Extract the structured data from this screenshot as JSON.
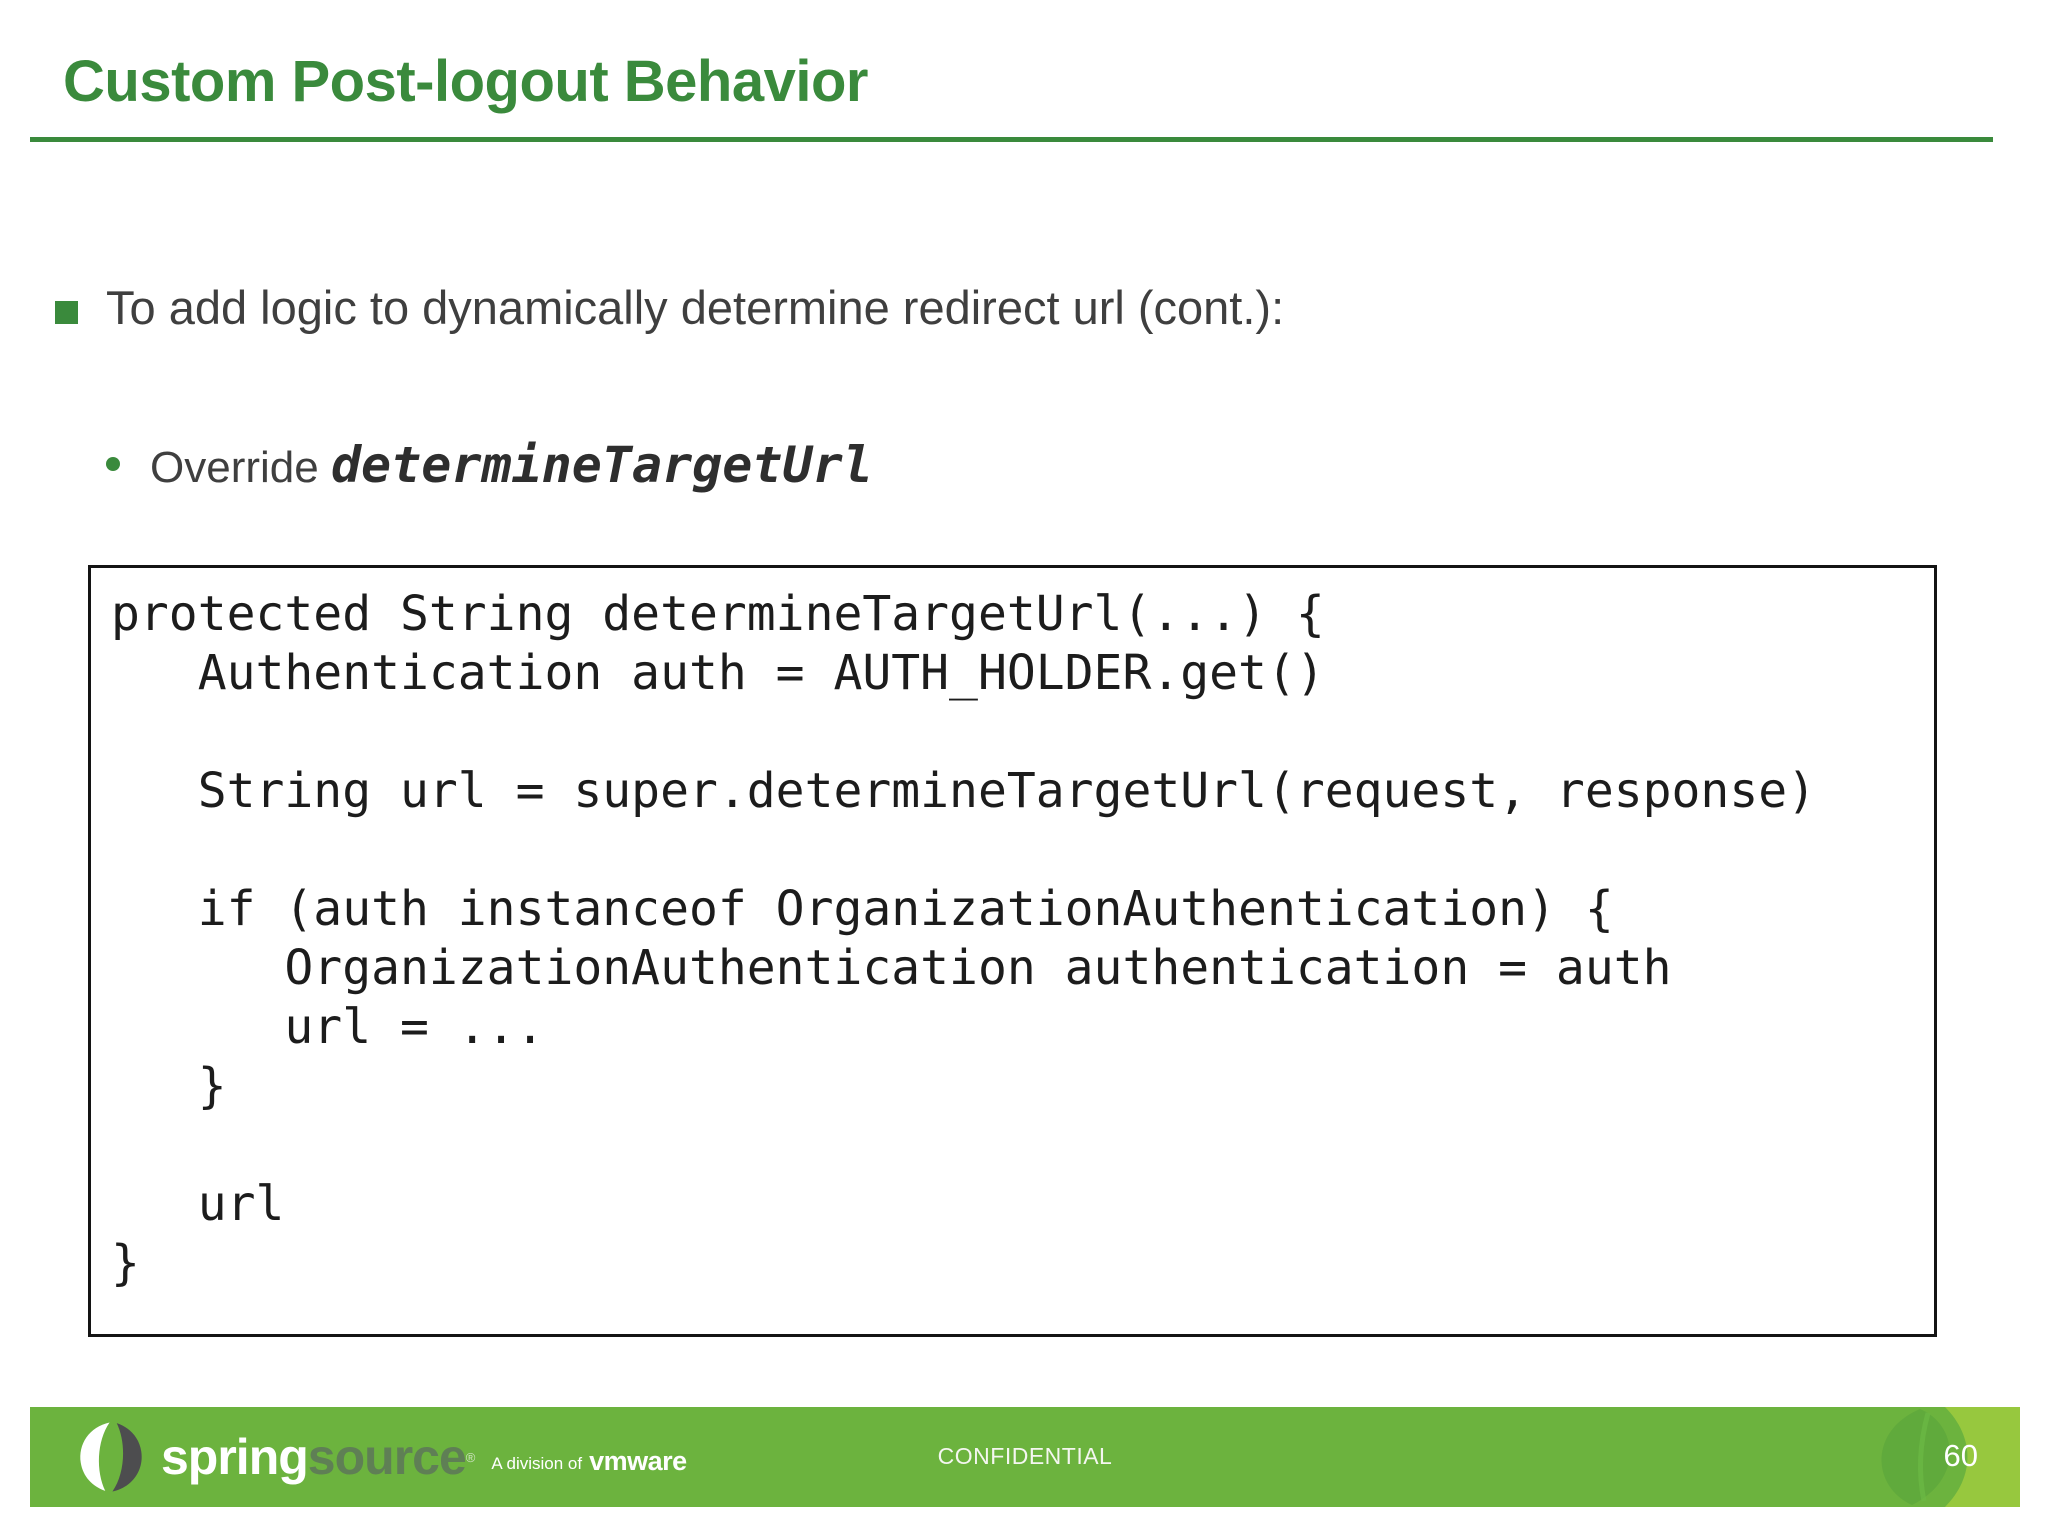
{
  "slide": {
    "title": "Custom Post-logout Behavior",
    "bullets": {
      "main": "To add logic to dynamically determine redirect url (cont.):",
      "sub_prefix": "Override ",
      "sub_code": "determineTargetUrl"
    },
    "code": {
      "lines": [
        "protected String determineTargetUrl(...) {",
        "   Authentication auth = AUTH_HOLDER.get()",
        "",
        "   String url = super.determineTargetUrl(request, response)",
        "",
        "   if (auth instanceof OrganizationAuthentication) {",
        "      OrganizationAuthentication authentication = auth",
        "      url = ...",
        "   }",
        "",
        "   url",
        "}"
      ]
    }
  },
  "footer": {
    "logo": {
      "spring": "spring",
      "source": "source",
      "trademark": "®",
      "division": "A division of",
      "vmware": "vmware"
    },
    "confidential": "CONFIDENTIAL",
    "page_number": "60"
  },
  "colors": {
    "title_green": "#3A8A3C",
    "body_text": "#3F3F3F",
    "code_text": "#1C1C1C",
    "code_border": "#141414",
    "footer_green": "#6CB33E",
    "swoosh_light_green": "#97C83E",
    "swoosh_leaf_green": "#5FA93C",
    "logo_source_text": "#5F7F55",
    "logo_leaf_gray": "#4D4D4F"
  }
}
